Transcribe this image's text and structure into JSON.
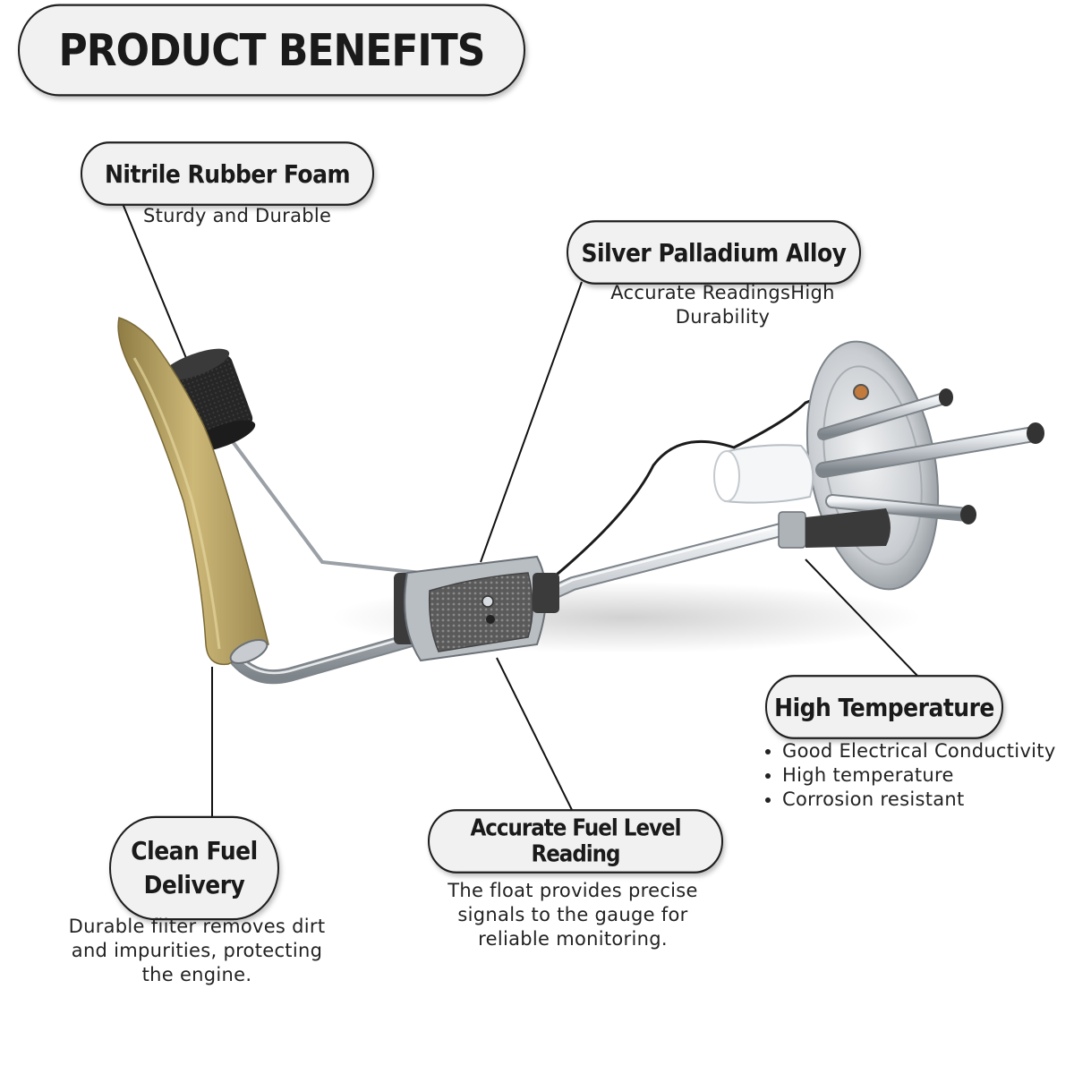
{
  "header": {
    "title": "PRODUCT BENEFITS"
  },
  "callouts": {
    "foam": {
      "title": "Nitrile Rubber Foam",
      "desc": "Sturdy and Durable"
    },
    "alloy": {
      "title": "Silver Palladium Alloy",
      "desc_line1": "Accurate ReadingsHigh",
      "desc_line2": "Durability"
    },
    "temperature": {
      "title": "High Temperature",
      "bullets": [
        "Good Electrical Conductivity",
        "High temperature",
        "Corrosion resistant"
      ]
    },
    "fuel_delivery": {
      "title_line1": "Clean Fuel",
      "title_line2": "Delivery",
      "desc_line1": "Durable fiiter removes dirt",
      "desc_line2": "and impurities, protecting",
      "desc_line3": "the engine."
    },
    "fuel_level": {
      "title": "Accurate Fuel Level Reading",
      "desc_line1": "The float provides precise",
      "desc_line2": "signals to the gauge for",
      "desc_line3": "reliable monitoring."
    }
  },
  "colors": {
    "pill_background": "#f1f1f1",
    "pill_border": "#1f1f1f",
    "leader_line": "#111111",
    "chrome": "#c8ccd0",
    "filter_sock": "#b9a466",
    "float": "#2a2a2a"
  },
  "icons": {
    "product_image": "fuel-sending-unit-illustration"
  }
}
